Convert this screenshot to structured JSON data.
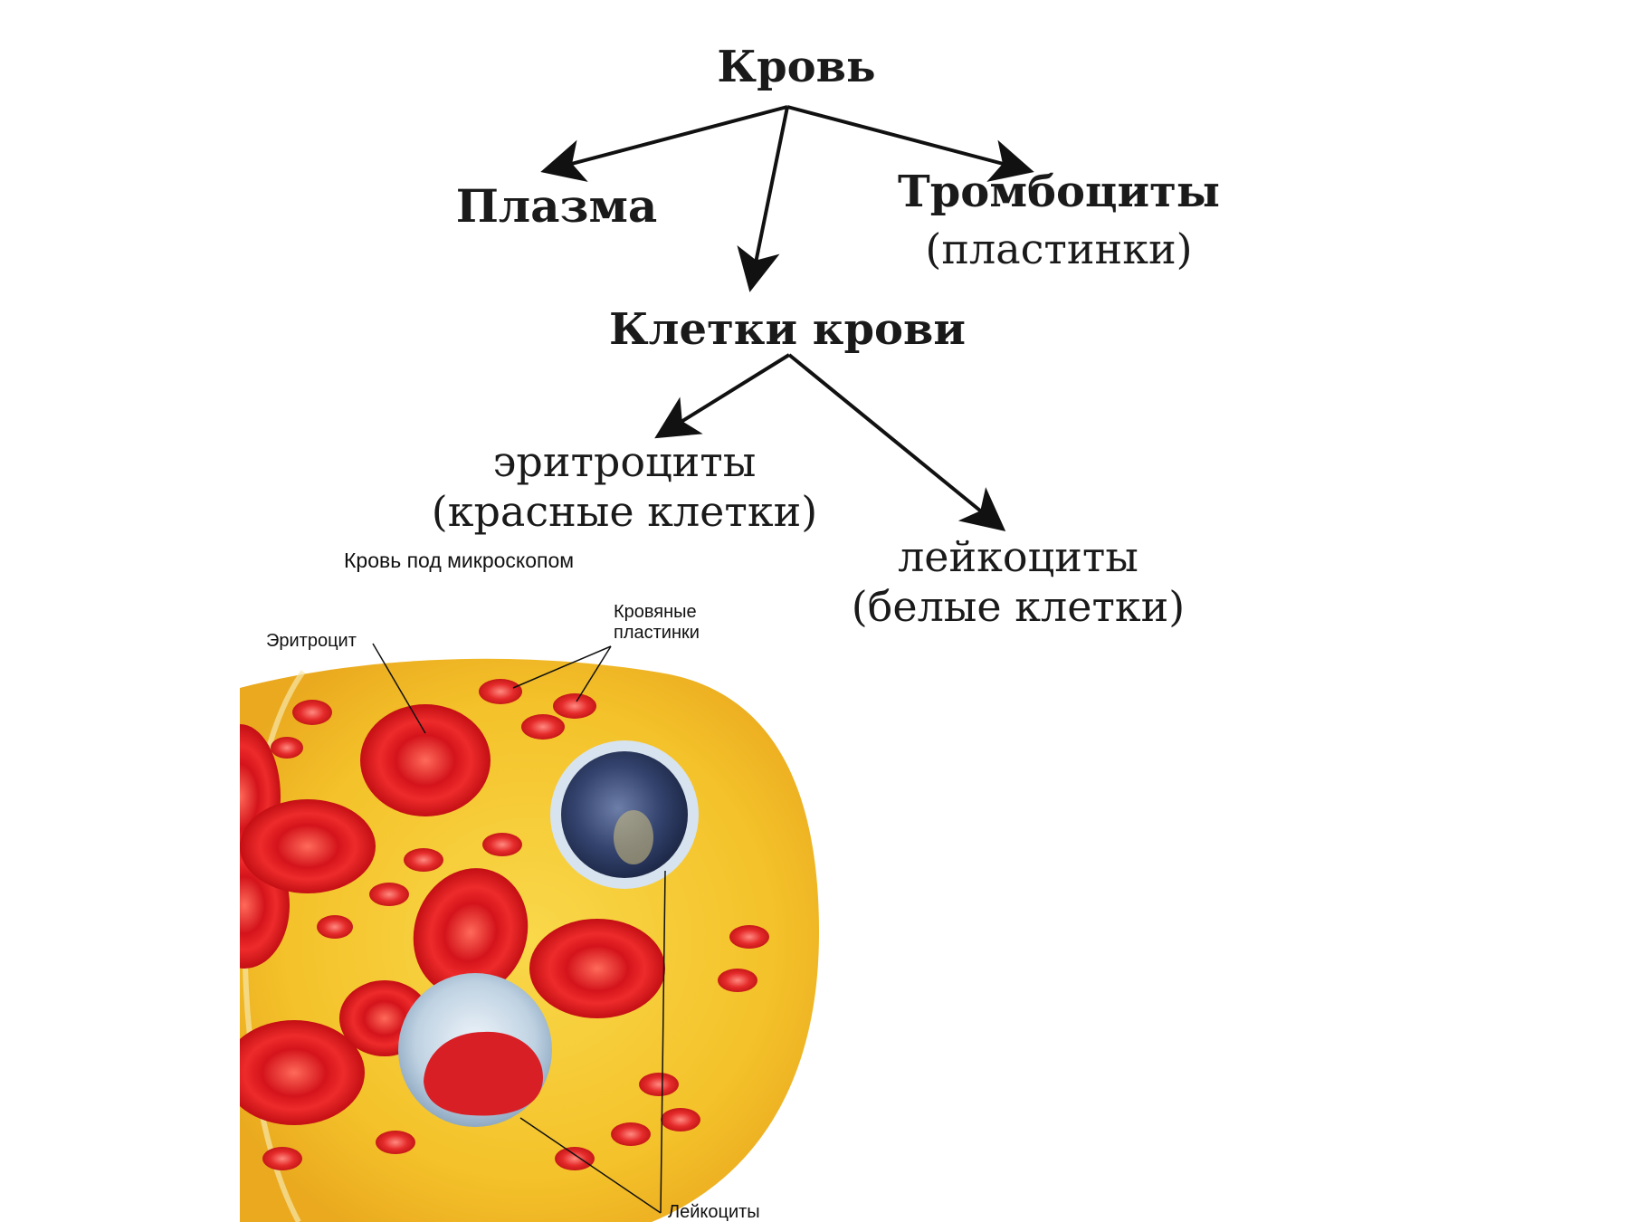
{
  "diagram": {
    "root": "Кровь",
    "plasma": "Плазма",
    "platelets": {
      "title": "Тромбоциты",
      "subtitle": "(пластинки)"
    },
    "blood_cells": "Клетки крови",
    "erythrocytes": {
      "title": "эритроциты",
      "subtitle": "(красные клетки)"
    },
    "leukocytes": {
      "title": "лейкоциты",
      "subtitle": "(белые клетки)"
    }
  },
  "illustration": {
    "caption": "Кровь под микроскопом",
    "labels": {
      "erythrocyte": "Эритроцит",
      "platelets_line1": "Кровяные",
      "platelets_line2": "пластинки",
      "leukocytes": "Лейкоциты"
    },
    "colors": {
      "background": "#f6c52c",
      "red_cell": "#e11d1d",
      "white_cell_dark": "#2f3f6b",
      "white_cell_light": "#c9d9e6"
    }
  }
}
